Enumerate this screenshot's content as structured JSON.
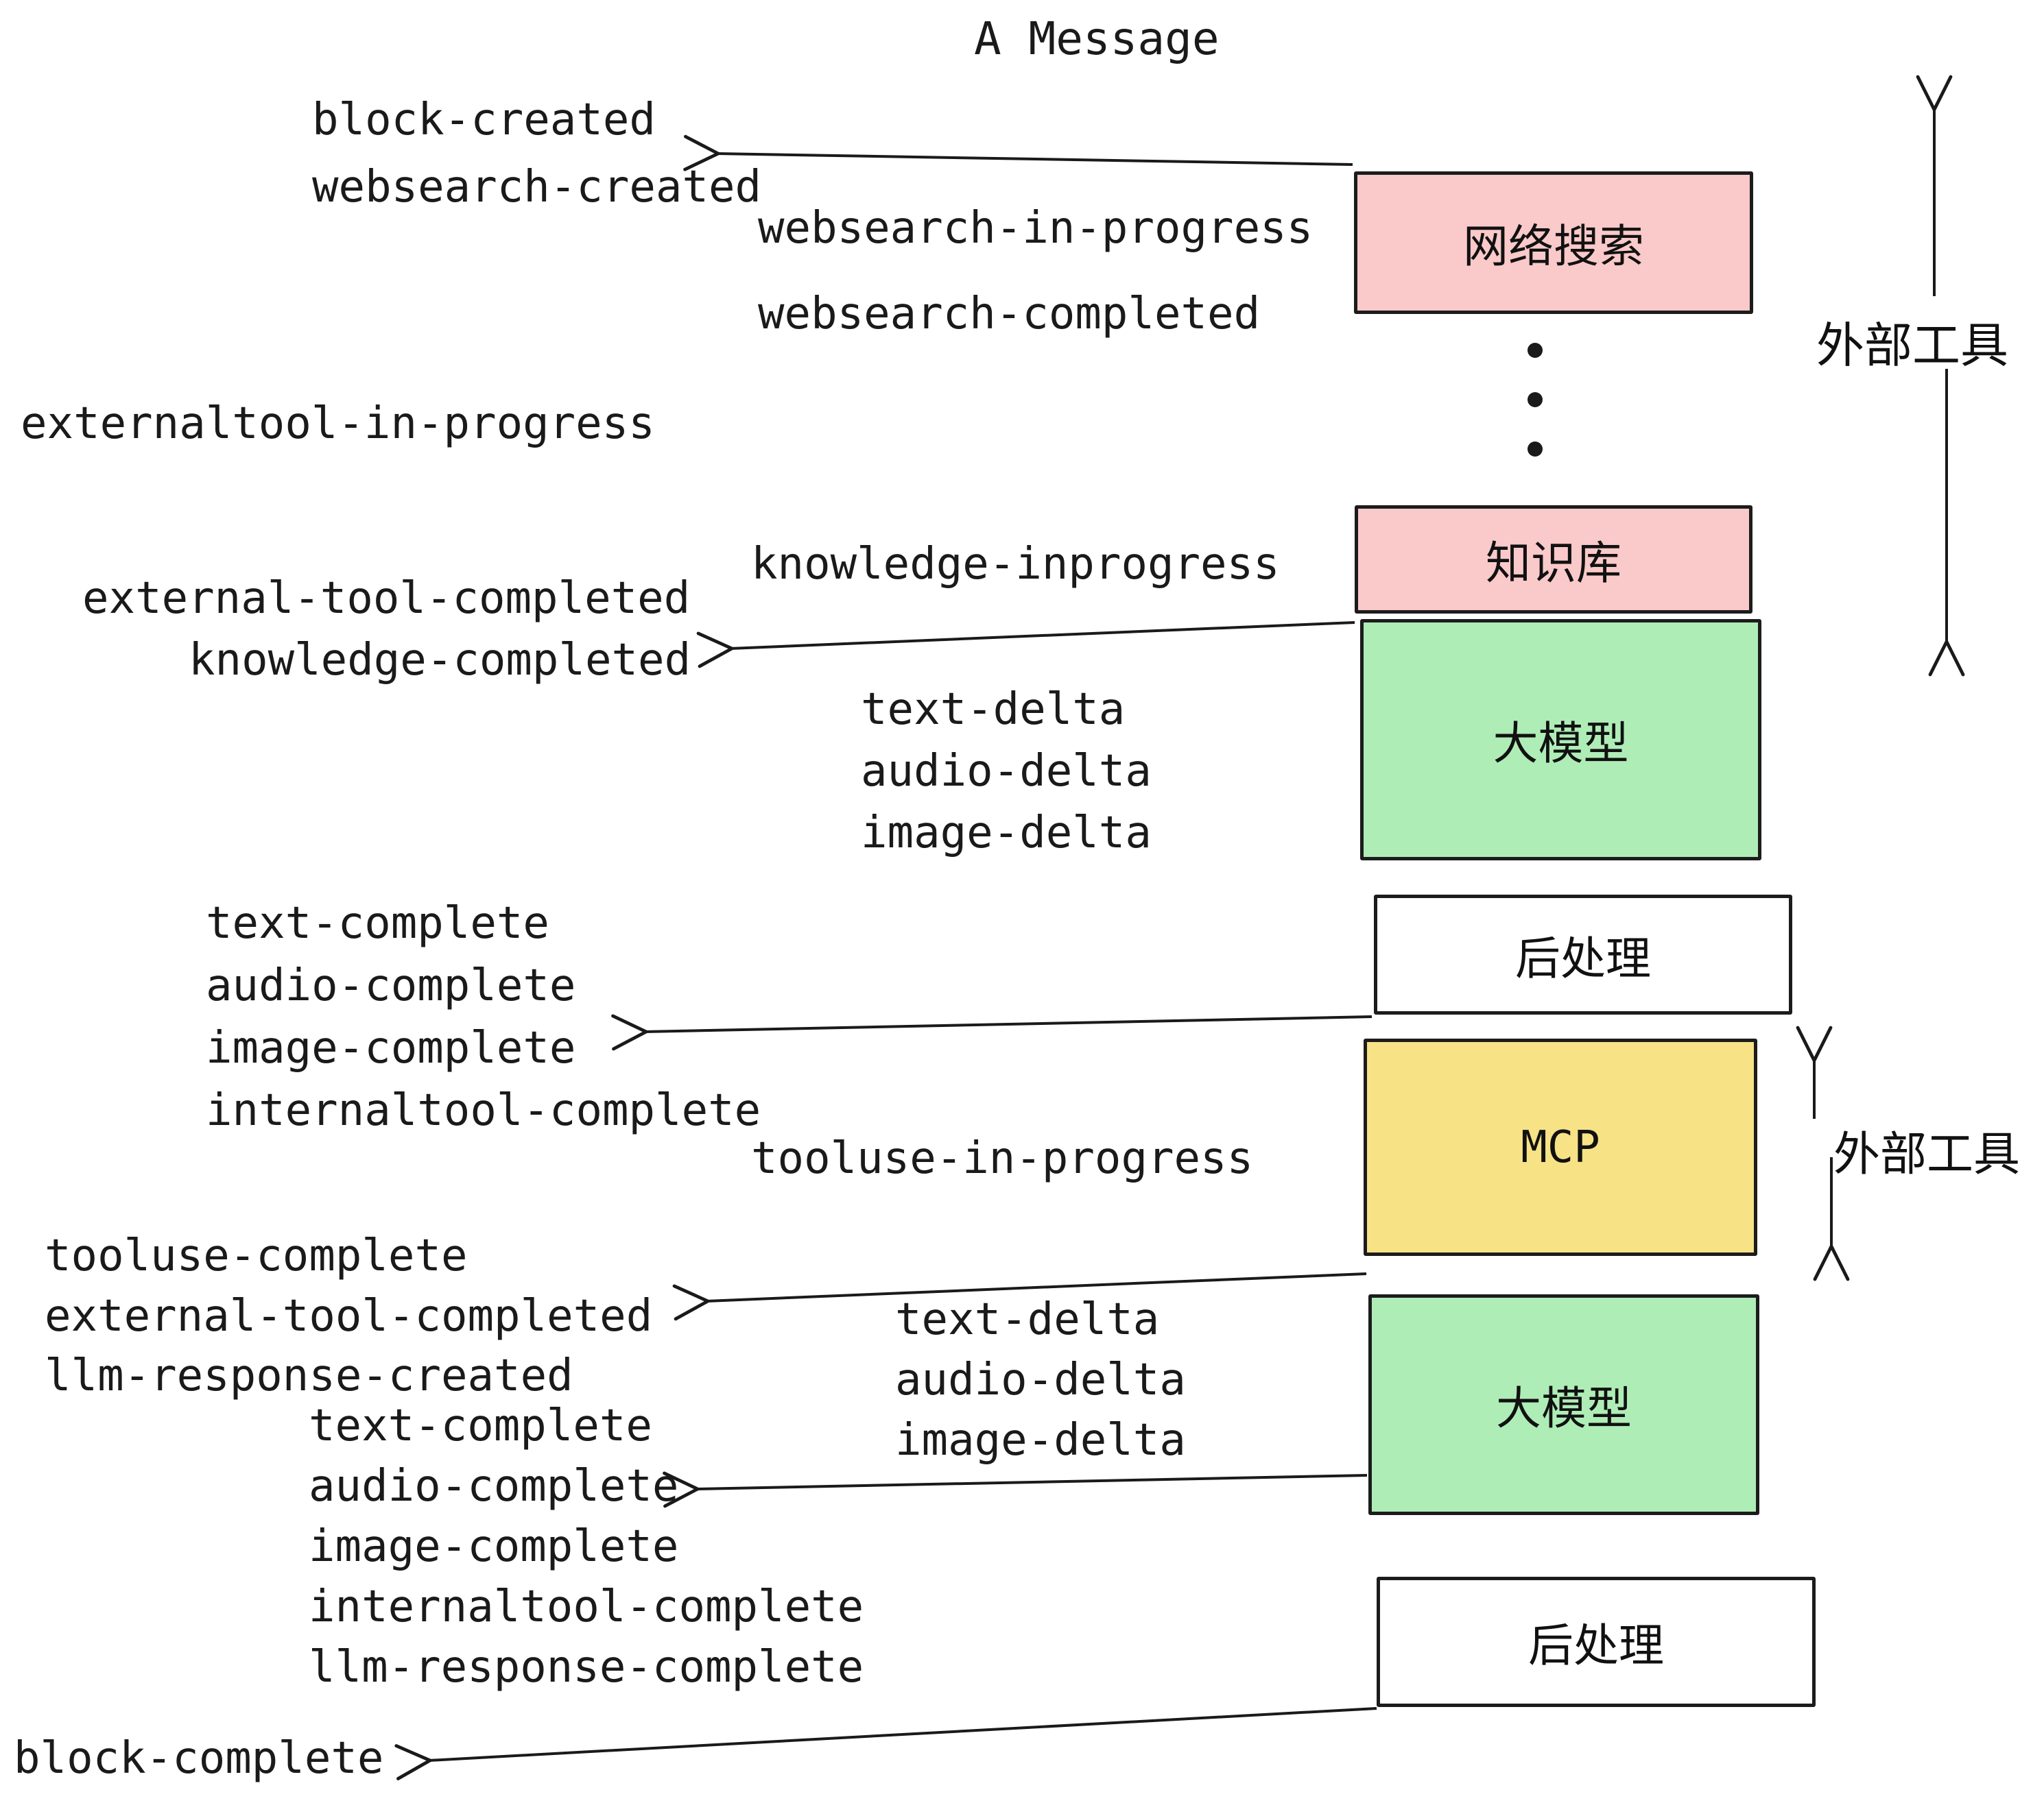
{
  "title": "A Message",
  "colors": {
    "pink": "#FAC9CA",
    "green": "#AFEDB7",
    "yellow": "#F8E286",
    "white": "#FFFFFF",
    "ink": "#1A1A1A"
  },
  "boxes": [
    {
      "id": "websearch",
      "label": "网络搜索",
      "fill": "#FAC9CA"
    },
    {
      "id": "knowledge",
      "label": "知识库",
      "fill": "#FAC9CA"
    },
    {
      "id": "llm-1",
      "label": "大模型",
      "fill": "#AFEDB7"
    },
    {
      "id": "post-1",
      "label": "后处理",
      "fill": "#FFFFFF"
    },
    {
      "id": "mcp",
      "label": "MCP",
      "fill": "#F8E286"
    },
    {
      "id": "llm-2",
      "label": "大模型",
      "fill": "#AFEDB7"
    },
    {
      "id": "post-2",
      "label": "后处理",
      "fill": "#FFFFFF"
    }
  ],
  "side_labels": {
    "external_tools_top": "外部工具",
    "external_tools_bottom": "外部工具"
  },
  "events": {
    "block_created": "block-created",
    "websearch_created": "websearch-created",
    "websearch_in_progress": "websearch-in-progress",
    "websearch_completed": "websearch-completed",
    "externaltool_in_progress": "externaltool-in-progress",
    "knowledge_inprogress": "knowledge-inprogress",
    "external_tool_completed_1": "external-tool-completed",
    "knowledge_completed": "knowledge-completed",
    "text_delta_1": "text-delta",
    "audio_delta_1": "audio-delta",
    "image_delta_1": "image-delta",
    "text_complete_1": "text-complete",
    "audio_complete_1": "audio-complete",
    "image_complete_1": "image-complete",
    "internaltool_complete_1": "internaltool-complete",
    "tooluse_in_progress": "tooluse-in-progress",
    "tooluse_complete": "tooluse-complete",
    "external_tool_completed_2": "external-tool-completed",
    "llm_response_created": "llm-response-created",
    "text_complete_2": "text-complete",
    "audio_complete_2": "audio-complete",
    "image_complete_2": "image-complete",
    "internaltool_complete_2": "internaltool-complete",
    "llm_response_complete": "llm-response-complete",
    "block_complete": "block-complete"
  },
  "ellipsis_dots": 3
}
